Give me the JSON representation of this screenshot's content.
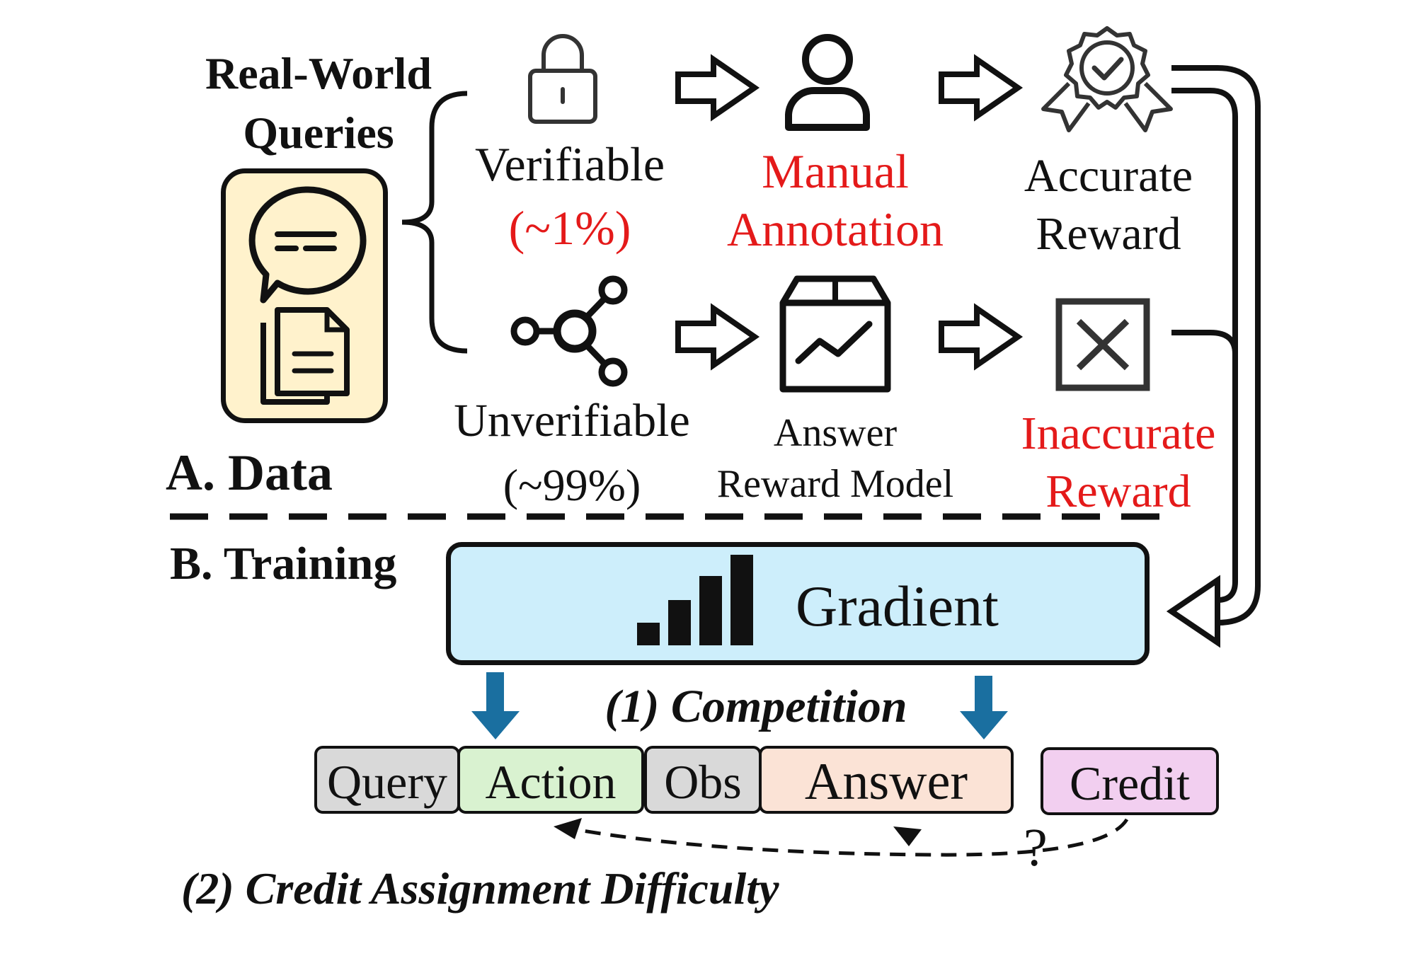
{
  "data_section": {
    "queries_title_line1": "Real-World",
    "queries_title_line2": "Queries",
    "verifiable_label": "Verifiable",
    "verifiable_pct": "(~1%)",
    "unverifiable_label": "Unverifiable",
    "unverifiable_pct": "(~99%)",
    "manual_line1": "Manual",
    "manual_line2": "Annotation",
    "accurate_line1": "Accurate",
    "accurate_line2": "Reward",
    "answer_rm_line1": "Answer",
    "answer_rm_line2": "Reward Model",
    "inaccurate_line1": "Inaccurate",
    "inaccurate_line2": "Reward",
    "section_label": "A. Data"
  },
  "training_section": {
    "section_label": "B. Training",
    "gradient_label": "Gradient",
    "competition_label": "(1) Competition",
    "credit_difficulty_label": "(2) Credit Assignment Difficulty",
    "question_mark": "?"
  },
  "segments": [
    {
      "label": "Query",
      "color": "#d9d9d9"
    },
    {
      "label": "Action",
      "color": "#d9f2d0"
    },
    {
      "label": "Obs",
      "color": "#d9d9d9"
    },
    {
      "label": "Answer",
      "color": "#fbe3d6"
    },
    {
      "label": "Credit",
      "color": "#f2cff0"
    }
  ],
  "colors": {
    "highlight_red": "#e41a1a",
    "gradient_box": "#cdeefb",
    "query_icon_bg": "#fff2cc",
    "down_arrow": "#1a6fa0"
  },
  "icons": {
    "query": "chat-document-icon",
    "verifiable": "lock-icon",
    "unverifiable": "share-nodes-icon",
    "manual": "person-icon",
    "answer_rm": "box-chart-icon",
    "accurate": "award-badge-icon",
    "inaccurate": "x-box-icon",
    "gradient": "bar-signal-icon"
  }
}
